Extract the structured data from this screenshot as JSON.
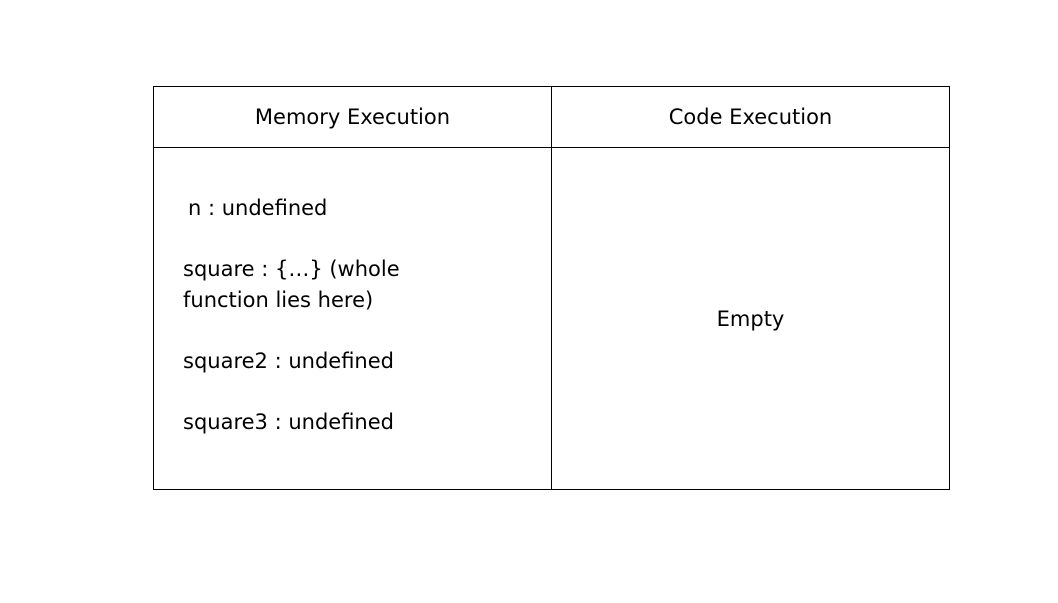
{
  "table": {
    "headers": {
      "memory": "Memory Execution",
      "code": "Code Execution"
    },
    "memory_items": {
      "n": "n : undefined",
      "square_line1": "square : {…} (whole",
      "square_line2": "function lies here)",
      "square2": "square2 : undefined",
      "square3": "square3 : undefined"
    },
    "code_content": "Empty"
  }
}
